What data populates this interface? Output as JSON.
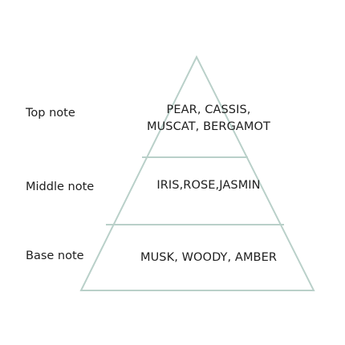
{
  "diagram": {
    "line_color": "#b9d0c9",
    "tiers": [
      {
        "label": "Top note",
        "notes": [
          "PEAR, CASSIS,",
          "MUSCAT, BERGAMOT"
        ]
      },
      {
        "label": "Middle note",
        "notes": [
          "IRIS,ROSE,JASMIN"
        ]
      },
      {
        "label": "Base note",
        "notes": [
          "MUSK, WOODY, AMBER"
        ]
      }
    ]
  }
}
